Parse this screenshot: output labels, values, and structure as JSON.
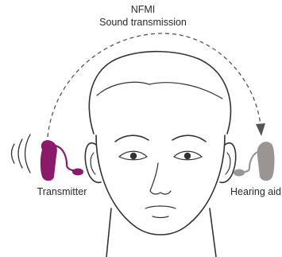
{
  "title": {
    "line1": "NFMI",
    "line2": "Sound transmission"
  },
  "labels": {
    "transmitter": "Transmitter",
    "hearing_aid": "Hearing aid"
  },
  "colors": {
    "transmitter": "#8b1a6b",
    "hearing_aid": "#9a9593",
    "outline": "#333333",
    "text": "#2b2b2b",
    "dash": "#555555"
  },
  "icons": {
    "sound_waves": "sound-waves-icon",
    "transmission_arrow": "dashed-arrow-icon"
  }
}
